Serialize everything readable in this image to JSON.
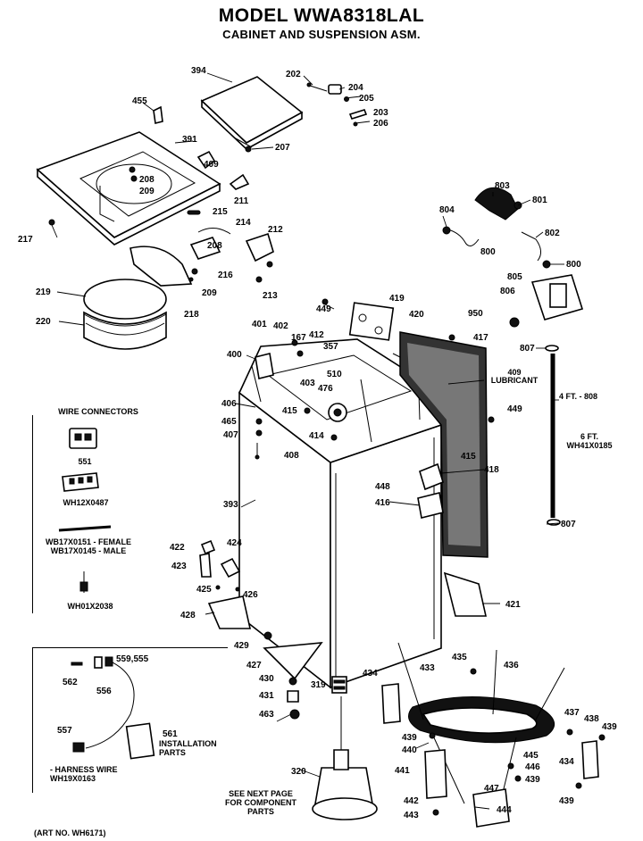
{
  "header": {
    "model": "MODEL WWA8318LAL",
    "assembly": "CABINET AND SUSPENSION ASM."
  },
  "parts": [
    {
      "id": "394"
    },
    {
      "id": "202"
    },
    {
      "id": "204"
    },
    {
      "id": "205"
    },
    {
      "id": "203"
    },
    {
      "id": "206"
    },
    {
      "id": "455"
    },
    {
      "id": "391"
    },
    {
      "id": "207"
    },
    {
      "id": "409"
    },
    {
      "id": "208a",
      "text": "208"
    },
    {
      "id": "209a",
      "text": "209"
    },
    {
      "id": "211"
    },
    {
      "id": "215a",
      "text": "215"
    },
    {
      "id": "214"
    },
    {
      "id": "212"
    },
    {
      "id": "208b",
      "text": "208"
    },
    {
      "id": "217"
    },
    {
      "id": "216"
    },
    {
      "id": "213"
    },
    {
      "id": "209b",
      "text": "209"
    },
    {
      "id": "219"
    },
    {
      "id": "218"
    },
    {
      "id": "220"
    },
    {
      "id": "803"
    },
    {
      "id": "801"
    },
    {
      "id": "804"
    },
    {
      "id": "802"
    },
    {
      "id": "800a",
      "text": "800"
    },
    {
      "id": "800b",
      "text": "800"
    },
    {
      "id": "805"
    },
    {
      "id": "806"
    },
    {
      "id": "950"
    },
    {
      "id": "807a",
      "text": "807"
    },
    {
      "id": "449a",
      "text": "449"
    },
    {
      "id": "419"
    },
    {
      "id": "420"
    },
    {
      "id": "417"
    },
    {
      "id": "401"
    },
    {
      "id": "402"
    },
    {
      "id": "167"
    },
    {
      "id": "412"
    },
    {
      "id": "357"
    },
    {
      "id": "400"
    },
    {
      "id": "403"
    },
    {
      "id": "476"
    },
    {
      "id": "510"
    },
    {
      "id": "406"
    },
    {
      "id": "415a",
      "text": "415"
    },
    {
      "id": "465"
    },
    {
      "id": "414"
    },
    {
      "id": "407"
    },
    {
      "id": "408"
    },
    {
      "id": "449b",
      "text": "449"
    },
    {
      "id": "415b",
      "text": "415"
    },
    {
      "id": "418"
    },
    {
      "id": "448"
    },
    {
      "id": "416"
    },
    {
      "id": "393"
    },
    {
      "id": "807b",
      "text": "807"
    },
    {
      "id": "422"
    },
    {
      "id": "424"
    },
    {
      "id": "423"
    },
    {
      "id": "425"
    },
    {
      "id": "426"
    },
    {
      "id": "421"
    },
    {
      "id": "428"
    },
    {
      "id": "429"
    },
    {
      "id": "427"
    },
    {
      "id": "430"
    },
    {
      "id": "431"
    },
    {
      "id": "463"
    },
    {
      "id": "319"
    },
    {
      "id": "434a",
      "text": "434"
    },
    {
      "id": "433"
    },
    {
      "id": "435"
    },
    {
      "id": "436"
    },
    {
      "id": "437"
    },
    {
      "id": "438"
    },
    {
      "id": "439a",
      "text": "439"
    },
    {
      "id": "439b",
      "text": "439"
    },
    {
      "id": "440"
    },
    {
      "id": "445"
    },
    {
      "id": "446"
    },
    {
      "id": "439c",
      "text": "439"
    },
    {
      "id": "441"
    },
    {
      "id": "447"
    },
    {
      "id": "434b",
      "text": "434"
    },
    {
      "id": "439d",
      "text": "439"
    },
    {
      "id": "442"
    },
    {
      "id": "443"
    },
    {
      "id": "444"
    },
    {
      "id": "320"
    },
    {
      "id": "562"
    },
    {
      "id": "556"
    },
    {
      "id": "559555",
      "text": "559,555"
    },
    {
      "id": "557"
    },
    {
      "id": "561"
    }
  ],
  "notes": {
    "lubricant": "LUBRICANT",
    "lubricant_num": "409",
    "hose_length": "4 FT. - 808",
    "hose_part": "6 FT.\nWH41X0185",
    "wire_connectors_title": "WIRE CONNECTORS",
    "wc_551": "551",
    "wc_wh12": "WH12X0487",
    "wc_wb17": "WB17X0151 - FEMALE\nWB17X0145 - MALE",
    "wc_wh01": "WH01X2038",
    "installation_parts": "INSTALLATION\nPARTS",
    "harness_wire": "- HARNESS WIRE\nWH19X0163",
    "see_next_page": "SEE NEXT PAGE\nFOR COMPONENT\nPARTS",
    "art_no": "(ART NO. WH6171)"
  },
  "colors": {
    "ink": "#000000",
    "paper": "#ffffff"
  }
}
